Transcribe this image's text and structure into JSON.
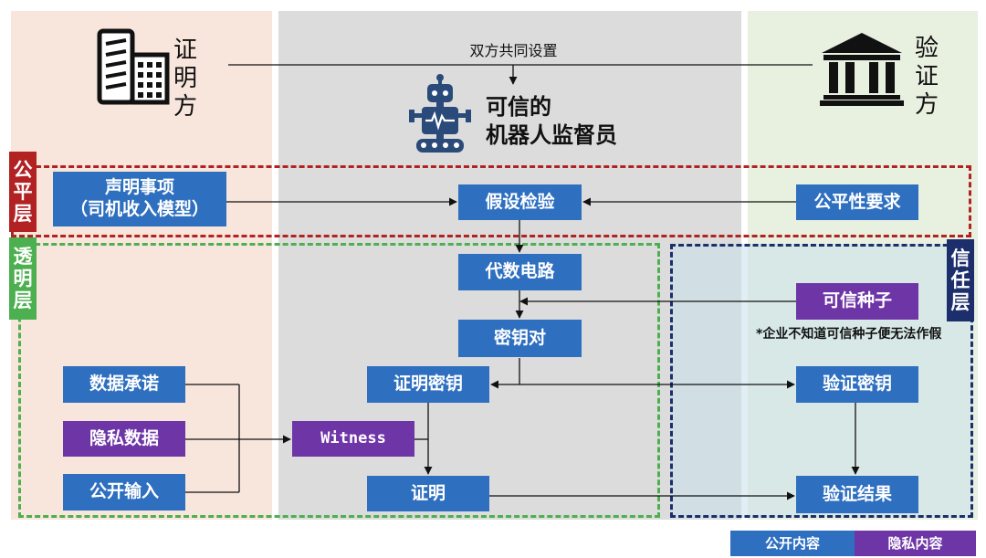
{
  "roles": {
    "prover": [
      "证",
      "明",
      "方"
    ],
    "verifier": [
      "验",
      "证",
      "方"
    ],
    "robot_title": [
      "可信的",
      "机器人监督员"
    ]
  },
  "setup_label": "双方共同设置",
  "layers": {
    "fair": [
      "公",
      "平",
      "层"
    ],
    "transparent": [
      "透",
      "明",
      "层"
    ],
    "trust": [
      "信",
      "任",
      "层"
    ]
  },
  "boxes": {
    "statement": [
      "声明事项",
      "（司机收入模型）"
    ],
    "hypothesis_test": "假设检验",
    "fairness_req": "公平性要求",
    "circuit": "代数电路",
    "trusted_seed": "可信种子",
    "seed_note": "*企业不知道可信种子便无法作假",
    "key_pair": "密钥对",
    "data_commit": "数据承诺",
    "proving_key": "证明密钥",
    "verifying_key": "验证密钥",
    "private_data": "隐私数据",
    "witness": "Witness",
    "public_input": "公开输入",
    "proof": "证明",
    "verify_result": "验证结果"
  },
  "legend": {
    "public": "公开内容",
    "private": "隐私内容"
  },
  "colors": {
    "public_box": "#2e6fc0",
    "private_box": "#6e35a6",
    "fair_border": "#b22222",
    "transparent_border": "#4caf50",
    "trust_border": "#1c2e6b"
  }
}
